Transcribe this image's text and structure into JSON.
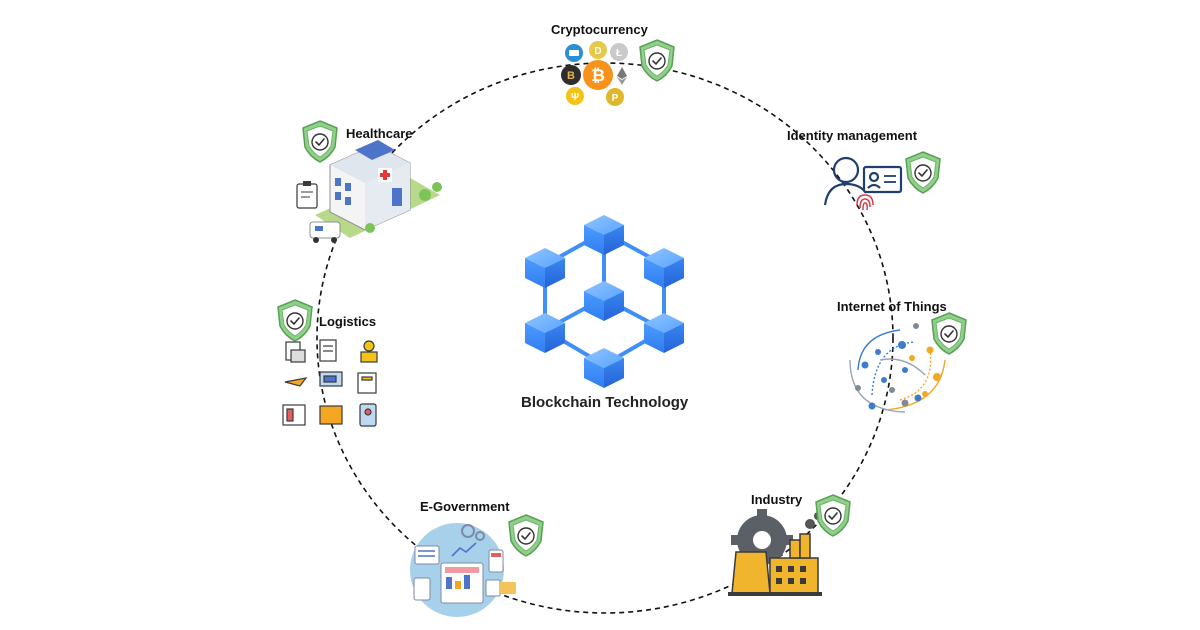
{
  "center": {
    "label": "Blockchain Technology"
  },
  "nodes": {
    "cryptocurrency": {
      "label": "Cryptocurrency",
      "icon": "coins-icon"
    },
    "identity": {
      "label": "Identity management",
      "icon": "id-card-icon"
    },
    "iot": {
      "label": "Internet of Things",
      "icon": "network-icon"
    },
    "industry": {
      "label": "Industry",
      "icon": "factory-icon"
    },
    "egov": {
      "label": "E-Government",
      "icon": "dashboard-icon"
    },
    "logistics": {
      "label": "Logistics",
      "icon": "logistics-icon"
    },
    "healthcare": {
      "label": "Healthcare",
      "icon": "hospital-icon"
    }
  },
  "colors": {
    "cube": "#3f8ff6",
    "cube_dark": "#2c6fe0",
    "shield": "#8fd08a",
    "shield_dark": "#5aa055",
    "bitcoin": "#f7931a",
    "industry_yellow": "#f0b52c",
    "iot_blue": "#3d7cc9",
    "iot_orange": "#f5a623"
  }
}
